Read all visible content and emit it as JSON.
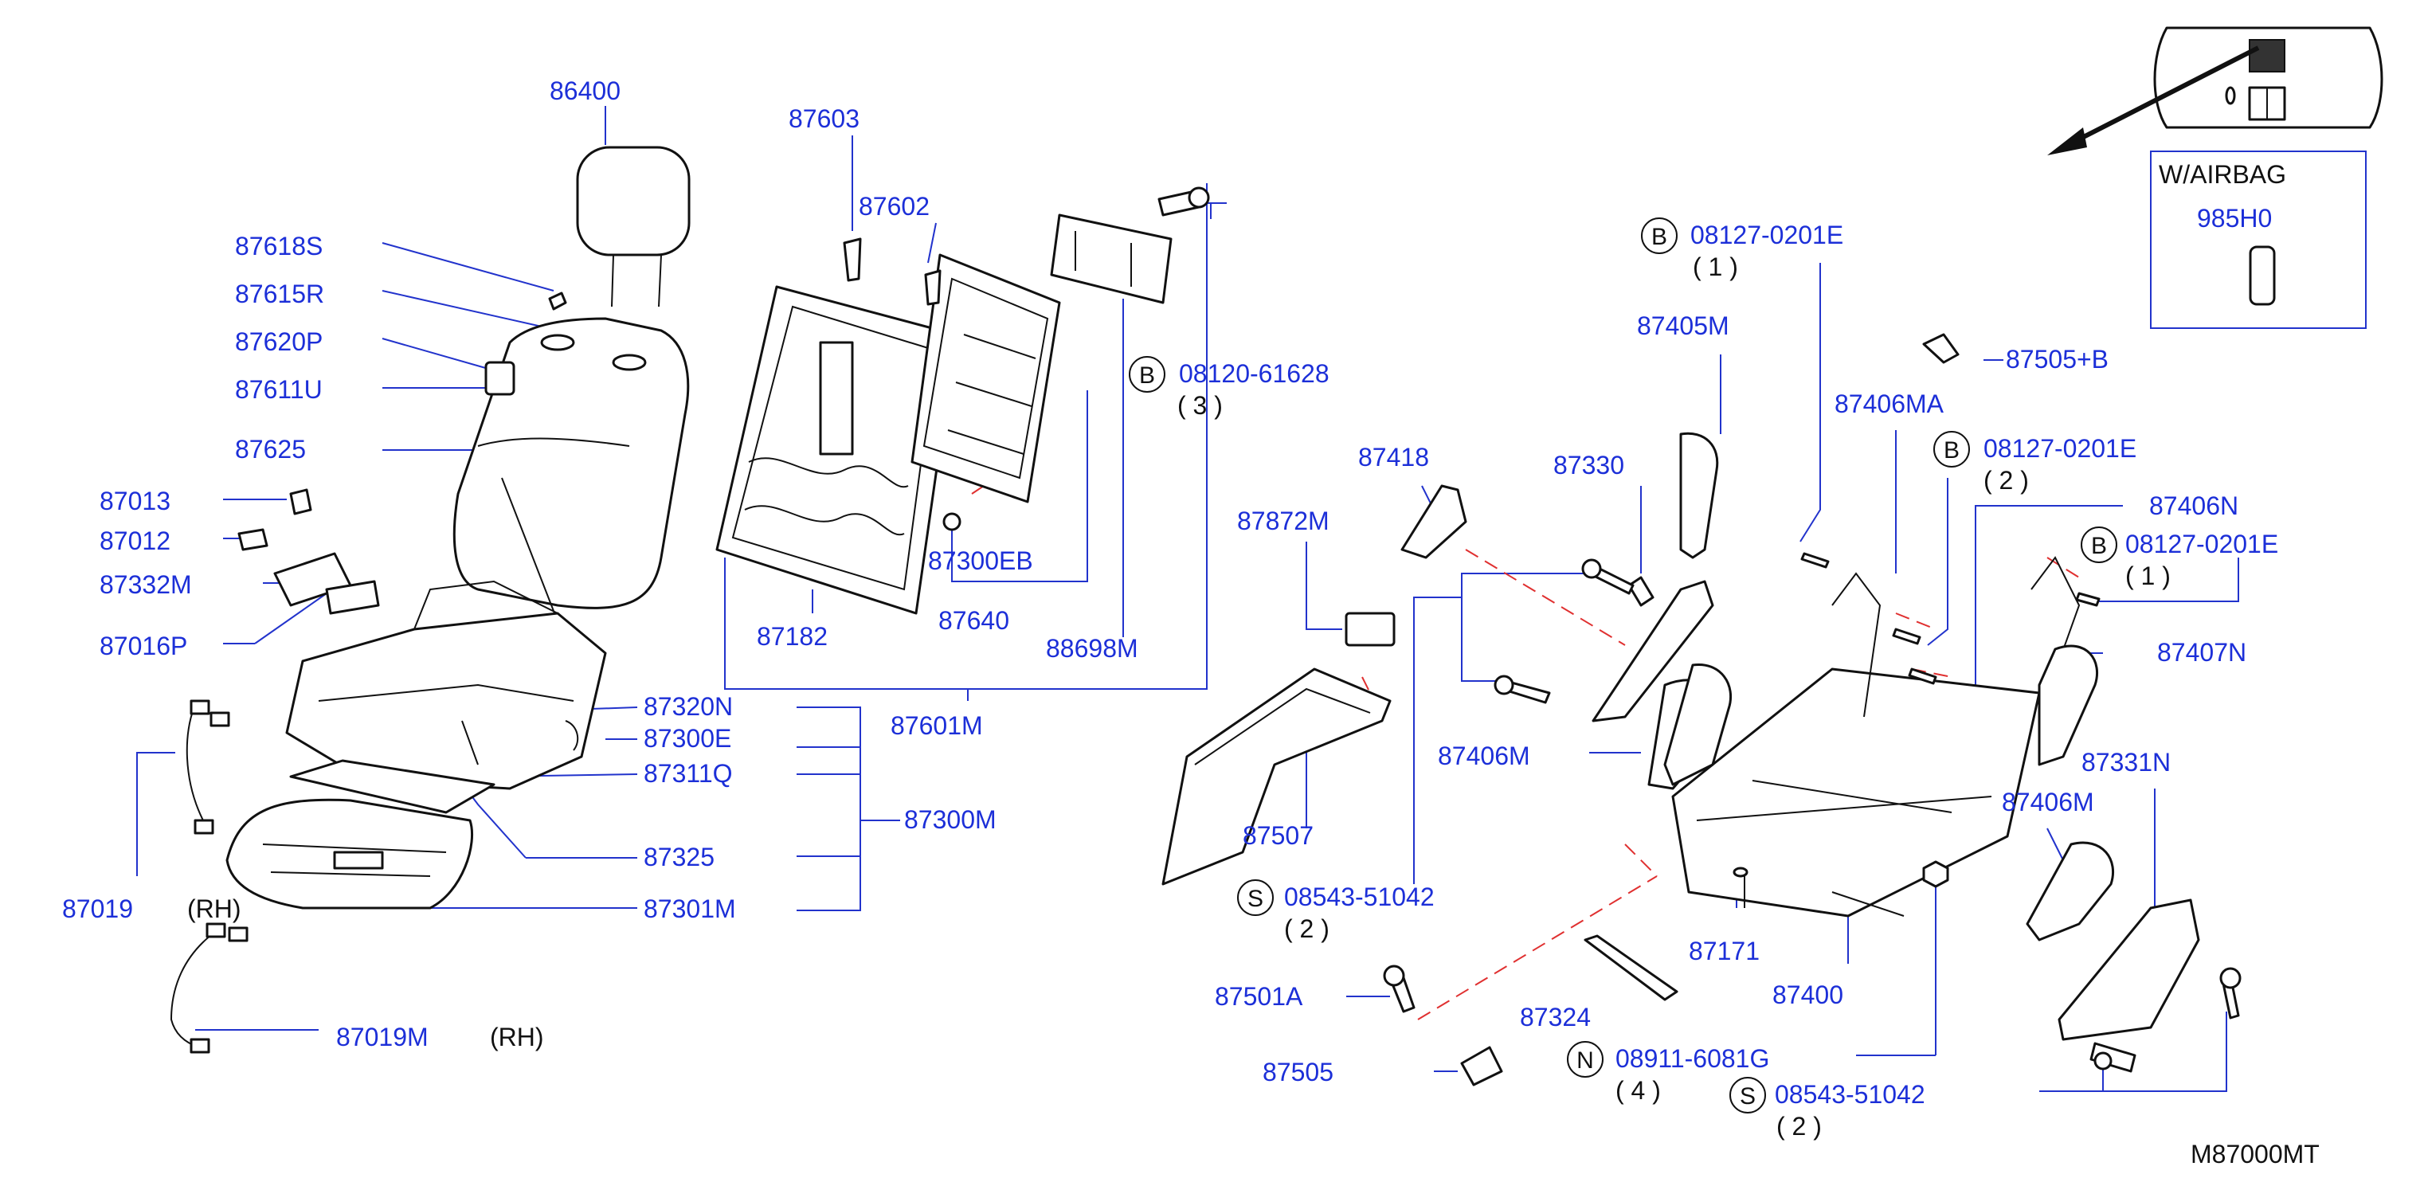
{
  "title": "",
  "diagram_code": "M87000MT",
  "colors": {
    "label": "#1c2fd8",
    "leader": "#2233cc",
    "outline": "#111111",
    "centerline": "#e03030"
  },
  "inset": {
    "heading": "W/AIRBAG",
    "part": "985H0"
  },
  "callouts": {
    "p86400": "86400",
    "p87618S": "87618S",
    "p87615R": "87615R",
    "p87620P": "87620P",
    "p87611U": "87611U",
    "p87625": "87625",
    "p87013": "87013",
    "p87012": "87012",
    "p87332M": "87332M",
    "p87016P": "87016P",
    "p87019": "87019",
    "p87019_note": "(RH)",
    "p87019M": "87019M",
    "p87019M_note": "(RH)",
    "p87603": "87603",
    "p87602": "87602",
    "p87300EB": "87300EB",
    "p87640": "87640",
    "p87182": "87182",
    "p88698M": "88698M",
    "p87601M": "87601M",
    "p08120": "08120-61628",
    "p08120_qty": "( 3 )",
    "p87320N": "87320N",
    "p87300E": "87300E",
    "p87311Q": "87311Q",
    "p87300M": "87300M",
    "p87325": "87325",
    "p87301M": "87301M",
    "p87872M": "87872M",
    "p87418": "87418",
    "p87330": "87330",
    "p87405M": "87405M",
    "p08127a": "08127-0201E",
    "p08127a_qty": "( 1 )",
    "p87406MA": "87406MA",
    "p08127b": "08127-0201E",
    "p08127b_qty": "( 2 )",
    "p87406N": "87406N",
    "p08127c": "08127-0201E",
    "p08127c_qty": "( 1 )",
    "p87505B": "87505+B",
    "p87407N": "87407N",
    "p87331N": "87331N",
    "p87406M_a": "87406M",
    "p87406M_b": "87406M",
    "p87507": "87507",
    "p08543a": "08543-51042",
    "p08543a_qty": "( 2 )",
    "p87171": "87171",
    "p87400": "87400",
    "p87501A": "87501A",
    "p87324": "87324",
    "p87505": "87505",
    "p08911": "08911-6081G",
    "p08911_qty": "( 4 )",
    "p08543b": "08543-51042",
    "p08543b_qty": "( 2 )"
  },
  "badges": {
    "b1": "B",
    "b2": "B",
    "b3": "B",
    "b4": "B",
    "s1": "S",
    "s2": "S",
    "n1": "N"
  }
}
